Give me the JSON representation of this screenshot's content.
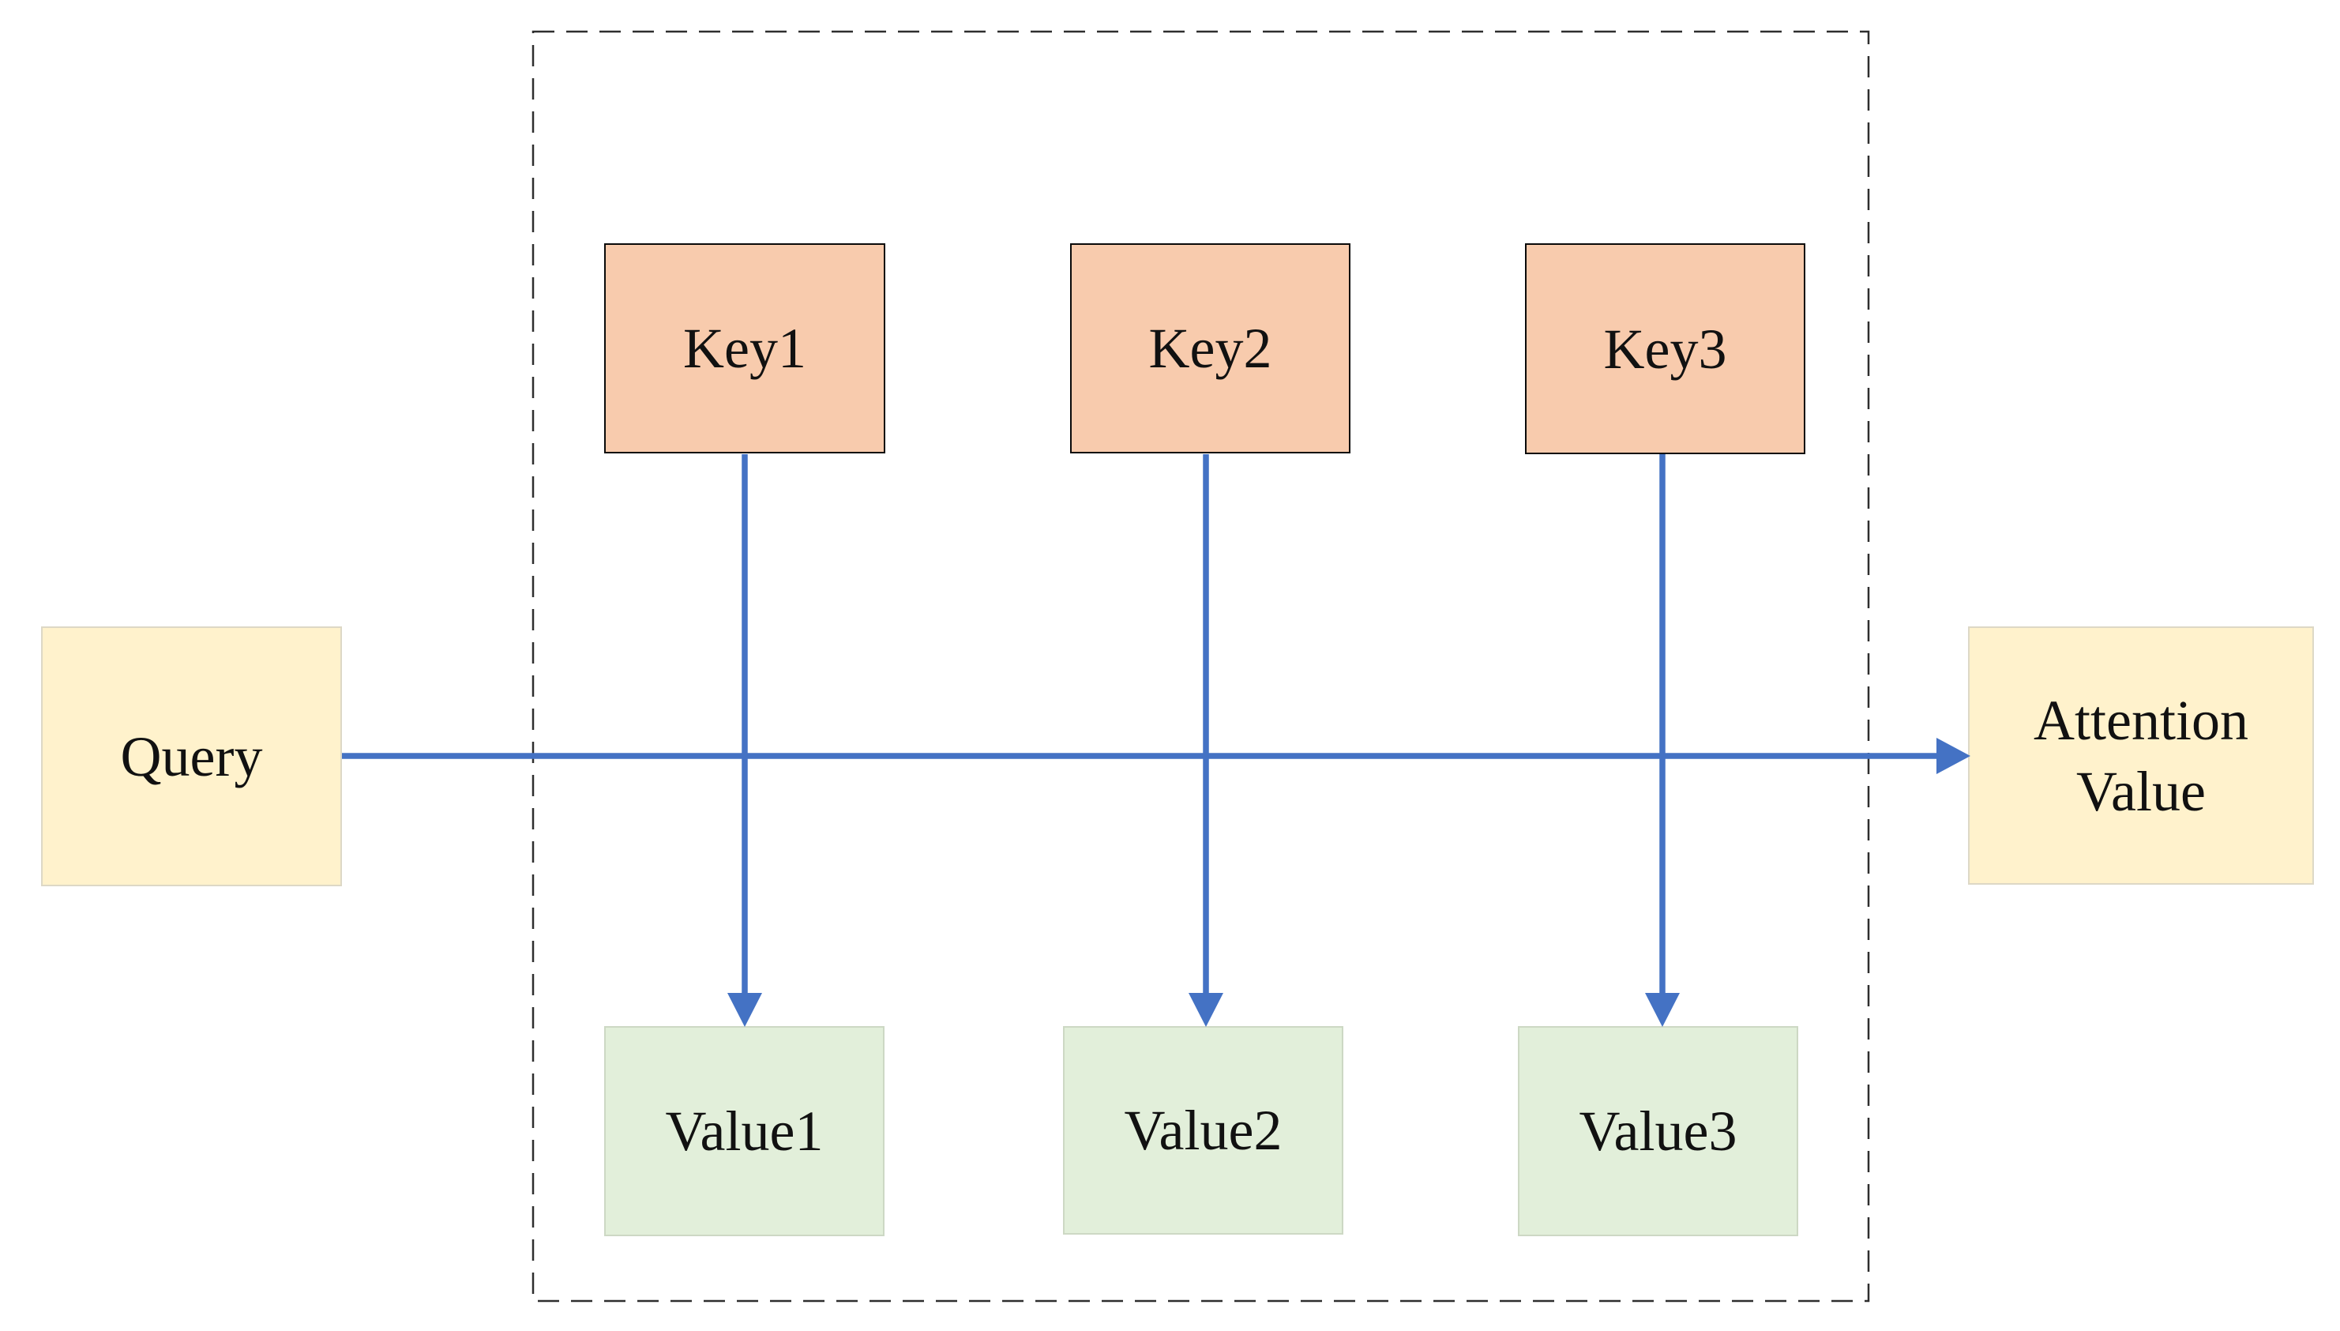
{
  "colors": {
    "key_fill": "#F8CBAD",
    "key_border": "#0a0a0a",
    "value_fill": "#E2EFDA",
    "value_border": "#cdd8c4",
    "io_fill": "#FFF2CC",
    "io_border": "#ddd8c6",
    "arrow": "#4472C4",
    "dash_border": "#2e2e2e"
  },
  "diagram": {
    "query_box": {
      "label": "Query"
    },
    "key_boxes": [
      {
        "label": "Key1"
      },
      {
        "label": "Key2"
      },
      {
        "label": "Key3"
      }
    ],
    "value_boxes": [
      {
        "label": "Value1"
      },
      {
        "label": "Value2"
      },
      {
        "label": "Value3"
      }
    ],
    "attention_box": {
      "label": "Attention Value"
    },
    "connections": [
      {
        "from": "Query",
        "to": "Attention Value",
        "style": "solid-arrow"
      },
      {
        "from": "Key1",
        "to": "Value1",
        "style": "solid-arrow"
      },
      {
        "from": "Key2",
        "to": "Value2",
        "style": "solid-arrow"
      },
      {
        "from": "Key3",
        "to": "Value3",
        "style": "solid-arrow"
      }
    ]
  }
}
